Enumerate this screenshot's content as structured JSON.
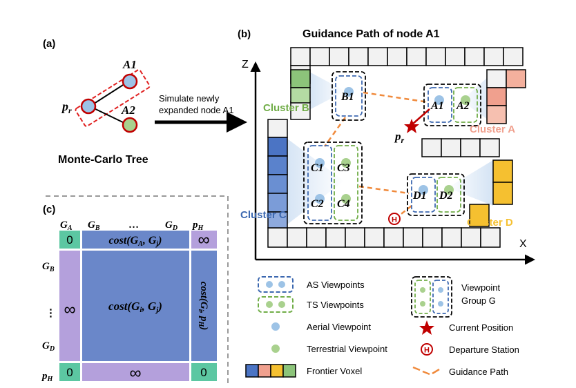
{
  "panel_a": {
    "label": "(a)",
    "node_a1": "A1",
    "node_a2": "A2",
    "node_pr": "p",
    "node_pr_sub": "r",
    "arrow_text_line1": "Simulate newly",
    "arrow_text_line2": "expanded node A1",
    "caption": "Monte-Carlo Tree"
  },
  "panel_b": {
    "label": "(b)",
    "title": "Guidance Path of node A1",
    "axis_z": "Z",
    "axis_x": "X",
    "clusters": {
      "a": "Cluster A",
      "b": "Cluster B",
      "c": "Cluster C",
      "d": "Cluster D"
    },
    "groups": {
      "b1": "B1",
      "a1": "A1",
      "a2": "A2",
      "c1": "C1",
      "c2": "C2",
      "c3": "C3",
      "c4": "C4",
      "d1": "D1",
      "d2": "D2"
    },
    "current_pos": "p",
    "current_pos_sub": "r",
    "departure": "H"
  },
  "legend": {
    "as_viewpoints": "AS Viewpoints",
    "ts_viewpoints": "TS Viewpoints",
    "aerial": "Aerial Viewpoint",
    "terrestrial": "Terrestrial Viewpoint",
    "frontier": "Frontier Voxel",
    "group_line1": "Viewpoint",
    "group_line2": "Group G",
    "current_position": "Current Position",
    "departure_station": "Departure Station",
    "guidance_path": "Guidance Path"
  },
  "panel_c": {
    "label": "(c)",
    "col_headers": [
      "G_A",
      "G_B",
      "…",
      "G_D",
      "p_H"
    ],
    "row_headers": [
      "G_B",
      "⋮",
      "G_D",
      "p_H"
    ],
    "cells": {
      "top_left": "0",
      "top_mid": "cost(G_A, G_j)",
      "top_right": "∞",
      "left_mid": "∞",
      "center": "cost(G_i, G_j)",
      "right_mid": "cost(G_i, p_H)",
      "bottom_left": "0",
      "bottom_mid": "∞",
      "bottom_right": "0"
    }
  },
  "colors": {
    "cluster_a": "#f0a08e",
    "cluster_b": "#8cc47a",
    "cluster_c": "#4b74c4",
    "cluster_d": "#f5c030",
    "aerial_dot": "#9dc3e6",
    "terrestrial_dot": "#a9d18e",
    "as_border": "#3c68b0",
    "ts_border": "#70ad47",
    "path": "#f08a3c",
    "star": "#c00000",
    "matrix_blue": "#6a87c9",
    "matrix_purple": "#b4a0dc",
    "matrix_green": "#5cc7a2",
    "voxel_gray": "#f2f2f2"
  }
}
